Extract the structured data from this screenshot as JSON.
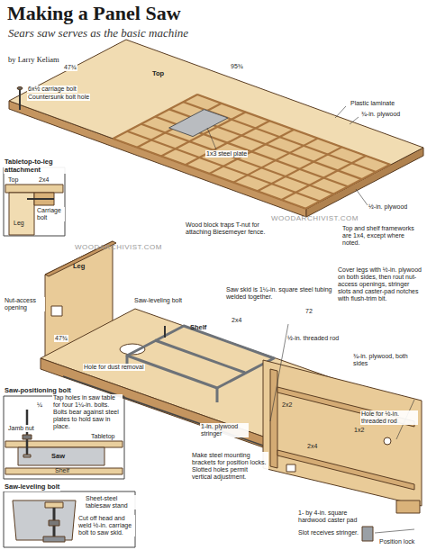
{
  "diagram": {
    "title": "Making a Panel Saw",
    "labels": [
      "Sears saw serves as the basic machine",
      "by Larry Keliam",
      "47¾",
      "95¾",
      "Top",
      "6x½ carriage bolt",
      "Countersunk bolt hole",
      "Plastic laminate",
      "¾-in. plywood",
      "1x3 steel plate",
      "Tabletop-to-leg attachment",
      "Top",
      "2x4",
      "Carriage bolt",
      "Leg",
      "½-in. plywood",
      "Wood block traps T-nut for attaching Biesemeyer fence.",
      "Top and shelf frameworks are 1x4, except where noted.",
      "WOODARCHIVIST.COM",
      "WOODARCHIVIST.COM",
      "Leg",
      "Shelf",
      "47¾",
      "Nut-access opening",
      "Saw-leveling bolt",
      "Hole for dust removal",
      "Saw skid is 1¼-in. square steel tubing welded together.",
      "2x4",
      "72",
      "Cover legs with ½-in. plywood on both sides, then rout nut-access openings, stringer slots and caster-pad notches with flush-trim bit.",
      "Saw-positioning bolt",
      "¼",
      "Tap holes in saw table for four 1¼-in. bolts. Bolts bear against steel plates to hold saw in place.",
      "Jamb nut",
      "Tabletop",
      "½-in. threaded rod",
      "Saw",
      "¾-in. plywood, both sides",
      "2x2",
      "Hole for ½-in. threaded rod",
      "1x2",
      "2x4",
      "1-in. plywood stringer",
      "Saw-leveling bolt",
      "Sheet-steel tablesaw stand",
      "Cut off head and weld ½-in. carriage bolt to saw skid.",
      "Make steel mounting brackets for position locks. Slotted holes permit vertical adjustment.",
      "Shelf",
      "1- by 4-in. square hardwood caster pad",
      "Slot receives stringer.",
      "Position lock"
    ]
  }
}
